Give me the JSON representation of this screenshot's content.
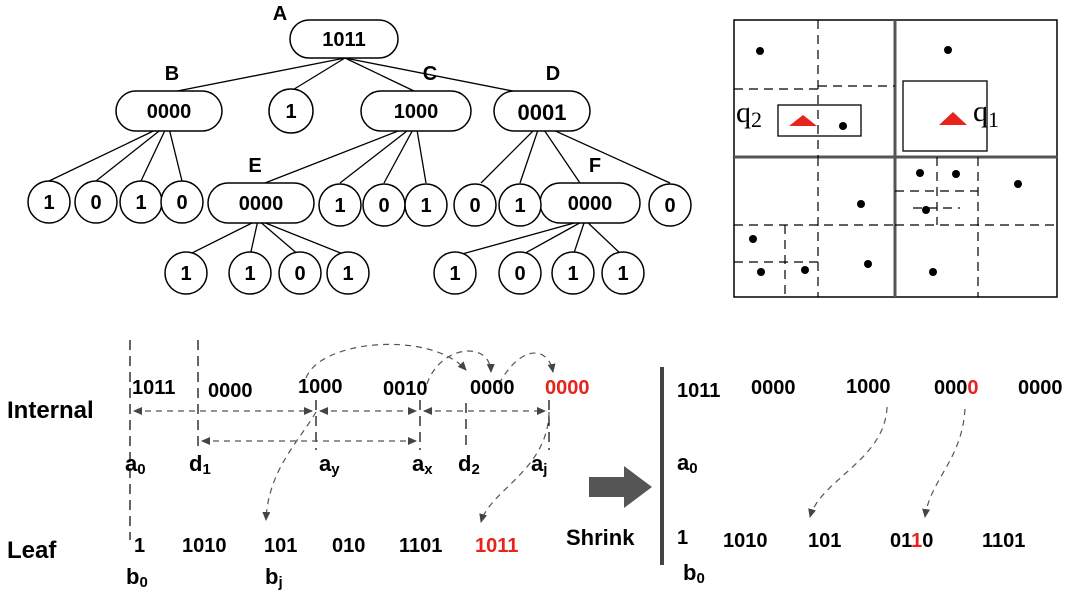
{
  "colors": {
    "ink": "#000000",
    "highlight": "#e8231b",
    "arrow_gray": "#444444",
    "dash_gray": "#555555"
  },
  "tree": {
    "node_labels": {
      "A": "A",
      "B": "B",
      "C": "C",
      "D": "D",
      "E": "E",
      "F": "F"
    },
    "root": "1011",
    "level1": [
      "0000",
      "1",
      "1000",
      "0001"
    ],
    "leaves_B": [
      "1",
      "0",
      "1",
      "0"
    ],
    "level2_C": [
      "0000",
      "1",
      "0",
      "1"
    ],
    "level2_D": [
      "0",
      "1",
      "0000",
      "0"
    ],
    "leaves_E": [
      "1",
      "1",
      "0",
      "1"
    ],
    "leaves_F": [
      "1",
      "0",
      "1",
      "1"
    ]
  },
  "quadtree": {
    "q2": "q2",
    "q1": "q1"
  },
  "internal": {
    "row_label": "Internal",
    "codes": [
      "1011",
      "0000",
      "1000",
      "0010",
      "0000",
      "0000"
    ],
    "pointers": [
      {
        "letter": "a",
        "sub": "0"
      },
      {
        "letter": "d",
        "sub": "1"
      },
      {
        "letter": "a",
        "sub": "y"
      },
      {
        "letter": "a",
        "sub": "x"
      },
      {
        "letter": "d",
        "sub": "2"
      },
      {
        "letter": "a",
        "sub": "j"
      }
    ]
  },
  "leaf": {
    "row_label": "Leaf",
    "codes": [
      "1",
      "1010",
      "101",
      "010",
      "1101",
      "1011"
    ],
    "pointers": [
      {
        "letter": "b",
        "sub": "0"
      },
      {
        "letter": "b",
        "sub": "j"
      }
    ]
  },
  "shrink": {
    "label": "Shrink",
    "internal_codes": [
      "1011",
      "0000",
      "1000",
      "0000",
      "0000"
    ],
    "a0": {
      "letter": "a",
      "sub": "0"
    },
    "leaf_codes": [
      "1",
      "1010",
      "101",
      "0110",
      "1101"
    ],
    "b0": {
      "letter": "b",
      "sub": "0"
    }
  }
}
